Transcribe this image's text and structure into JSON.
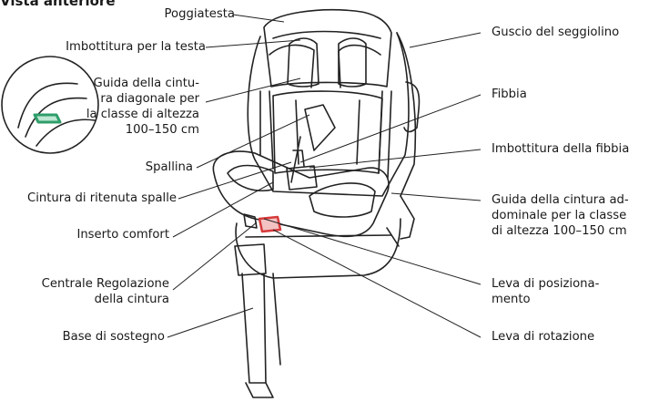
{
  "title": "Vista anteriore",
  "labels": {
    "poggiatesta": "Poggiatesta",
    "imbottitura_testa": "Imbottitura per la testa",
    "guida_diagonale_1": "Guida della cintu-",
    "guida_diagonale_2": "ra diagonale per",
    "guida_diagonale_3": "la classe di altezza",
    "guida_diagonale_4": "100–150 cm",
    "spallina": "Spallina",
    "cintura_ritenuta": "Cintura di ritenuta spalle",
    "inserto_comfort": "Inserto comfort",
    "centrale_1": "Centrale Regolazione",
    "centrale_2": "della cintura",
    "base_sostegno": "Base di sostegno",
    "guscio": "Guscio del seggiolino",
    "fibbia": "Fibbia",
    "imbottitura_fibbia": "Imbottitura della fibbia",
    "guida_addominale_1": "Guida della cintura ad-",
    "guida_addominale_2": "dominale per la classe",
    "guida_addominale_3": "di altezza 100–150 cm",
    "leva_posiz_1": "Leva di posiziona-",
    "leva_posiz_2": "mento",
    "leva_rotazione": "Leva di rotazione"
  },
  "colors": {
    "line": "#222222",
    "accent_green": "#2e9e6a",
    "accent_red": "#d63a3a"
  }
}
